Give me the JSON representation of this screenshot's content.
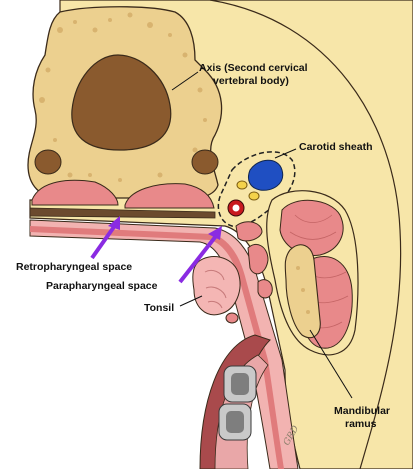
{
  "labels": {
    "axis_line1": "Axis (Second cervical",
    "axis_line2": "vertebral body)",
    "carotid": "Carotid sheath",
    "retro": "Retropharyngeal space",
    "para": "Parapharyngeal space",
    "tonsil": "Tonsil",
    "mandibular_line1": "Mandibular",
    "mandibular_line2": "ramus",
    "signature": "GRD"
  },
  "colors": {
    "background": "#ffffff",
    "tissue": "#f7e6a9",
    "bone": "#e9c98b",
    "bone_dark": "#8a5a2e",
    "muscle": "#e8898a",
    "muscle_light": "#f4b6b4",
    "mucosa": "#f2b3b1",
    "fat_layer": "#6b4a2e",
    "arrow": "#8a2be2",
    "vein": "#1f4fc2",
    "artery": "#c8191e"
  }
}
